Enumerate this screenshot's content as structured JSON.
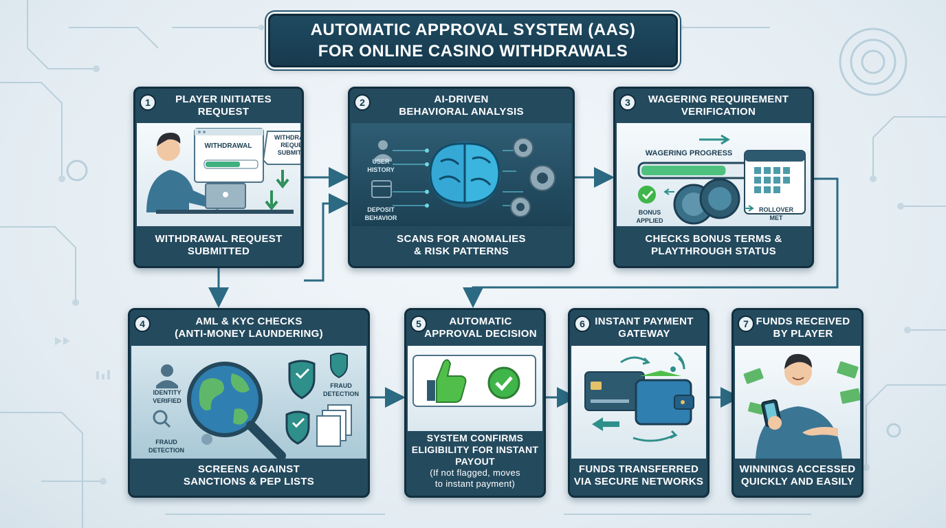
{
  "title": {
    "line1": "AUTOMATIC APPROVAL SYSTEM (AAS)",
    "line2": "FOR ONLINE CASINO WITHDRAWALS"
  },
  "steps": [
    {
      "number": "1",
      "title_lines": [
        "PLAYER INITIATES",
        "REQUEST"
      ],
      "labels": {
        "withdrawal": "WITHDRAWAL",
        "bubble": [
          "WITHDRAWAL",
          "REQUEST",
          "SUBMITTED"
        ]
      },
      "footer_lines": [
        "WITHDRAWAL REQUEST",
        "SUBMITTED"
      ]
    },
    {
      "number": "2",
      "title_lines": [
        "AI-DRIVEN",
        "BEHAVIORAL ANALYSIS"
      ],
      "labels": {
        "user_history": [
          "USER",
          "HISTORY"
        ],
        "deposit_behavior": [
          "DEPOSIT",
          "BEHAVIOR"
        ]
      },
      "footer_lines": [
        "SCANS FOR ANOMALIES",
        "& RISK PATTERNS"
      ]
    },
    {
      "number": "3",
      "title_lines": [
        "WAGERING REQUIREMENT",
        "VERIFICATION"
      ],
      "labels": {
        "progress": "WAGERING PROGRESS",
        "bonus": [
          "BONUS",
          "APPLIED"
        ],
        "rollover": [
          "ROLLOVER",
          "MET"
        ]
      },
      "progress_fraction": 0.72,
      "footer_lines": [
        "CHECKS BONUS TERMS &",
        "PLAYTHROUGH STATUS"
      ]
    },
    {
      "number": "4",
      "title_lines": [
        "AML & KYC CHECKS",
        "(ANTI-MONEY LAUNDERING)"
      ],
      "labels": {
        "identity": [
          "IDENTITY",
          "VERIFIED"
        ],
        "fraud_left": [
          "FRAUD",
          "DETECTION"
        ],
        "fraud_right": [
          "FRAUD",
          "DETECTION"
        ]
      },
      "footer_lines": [
        "SCREENS AGAINST",
        "SANCTIONS & PEP LISTS"
      ]
    },
    {
      "number": "5",
      "title_lines": [
        "AUTOMATIC",
        "APPROVAL DECISION"
      ],
      "footer_lines": [
        "SYSTEM CONFIRMS",
        "ELIGIBILITY FOR INSTANT",
        "PAYOUT"
      ],
      "note_lines": [
        "(If not flagged, moves",
        "to instant payment)"
      ]
    },
    {
      "number": "6",
      "title_lines": [
        "INSTANT PAYMENT",
        "GATEWAY"
      ],
      "footer_lines": [
        "FUNDS TRANSFERRED",
        "VIA SECURE NETWORKS"
      ]
    },
    {
      "number": "7",
      "title_lines": [
        "FUNDS RECEIVED",
        "BY PLAYER"
      ],
      "footer_lines": [
        "WINNINGS ACCESSED",
        "QUICKLY AND EASILY"
      ]
    }
  ],
  "colors": {
    "card_dark": "#244a5e",
    "accent_teal": "#2f8f8a",
    "success_green": "#3fb54a",
    "progress_green": "#4fc17e"
  }
}
